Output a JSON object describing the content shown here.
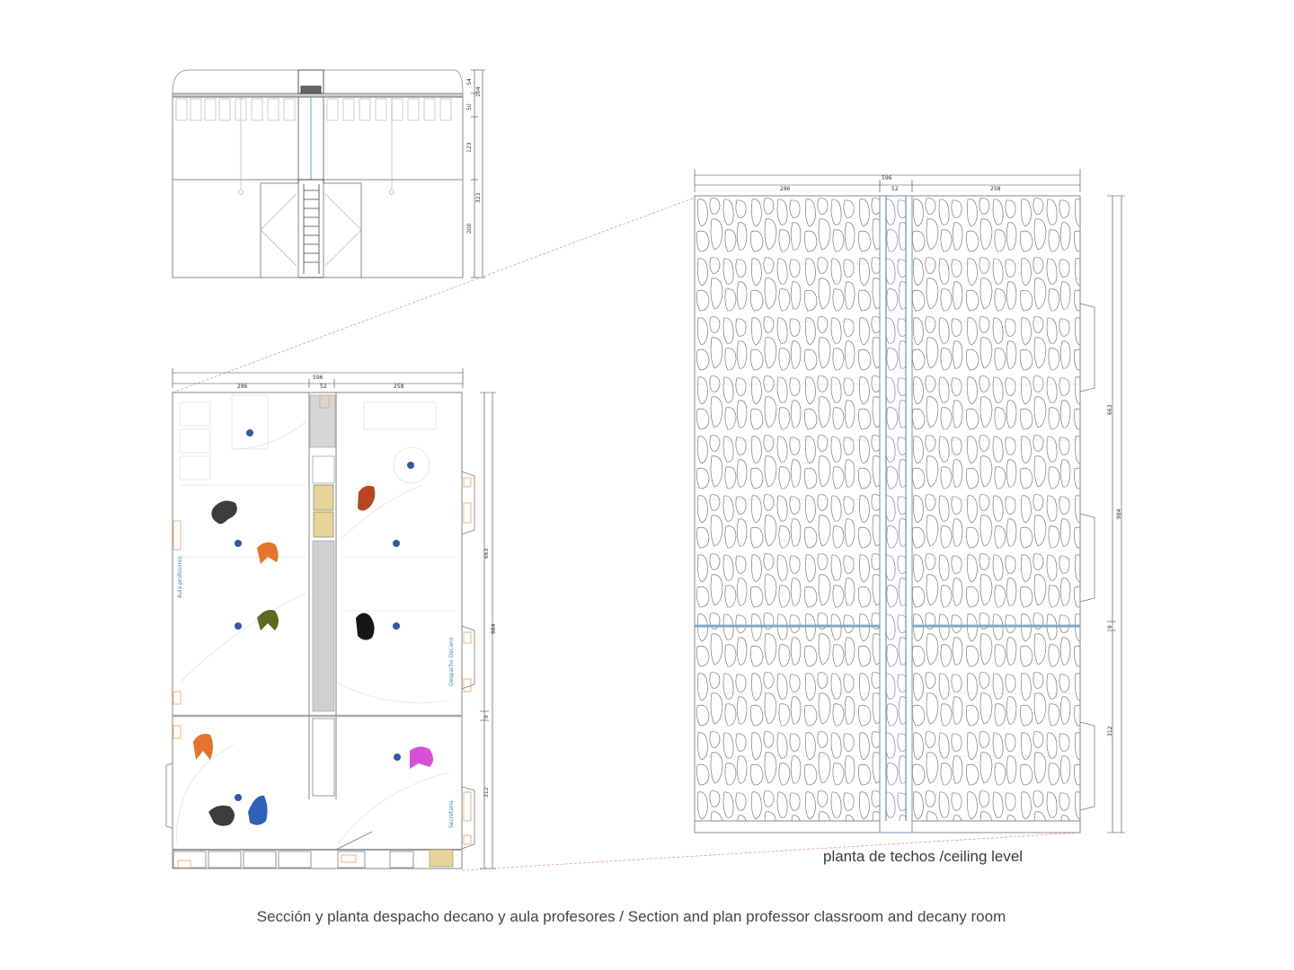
{
  "captions": {
    "ceiling_level": "planta de techos /ceiling level",
    "main": "Sección y planta despacho decano y aula profesores / Section and plan  professor classroom and decany room"
  },
  "section_dims": [
    "54",
    "104",
    "50",
    "123",
    "323",
    "200"
  ],
  "plan_dims": {
    "total_width": "596",
    "left_width": "286",
    "corridor_width": "52",
    "right_width": "258",
    "depth_upper": "663",
    "depth_total": "984",
    "gap": "9",
    "depth_lower": "312"
  },
  "room_labels": {
    "aula": "Aula profesores",
    "despacho": "Despacho Decano",
    "secretaria": "Secretaria"
  },
  "colors": {
    "line": "#7a7a7a",
    "wall": "#9a9a9a",
    "accent_blue": "#3358a8",
    "leader_red": "#e0a090",
    "furniture_orange": "#f0a060",
    "chair_dark": "#3d3d3d",
    "chair_orange": "#e8742c",
    "chair_rust": "#b5461e",
    "chair_olive": "#5b6a1e",
    "chair_black": "#161616",
    "chair_magenta": "#d850d8",
    "chair_blue": "#2e62b8",
    "cabinet_tan": "#e7d49a"
  }
}
